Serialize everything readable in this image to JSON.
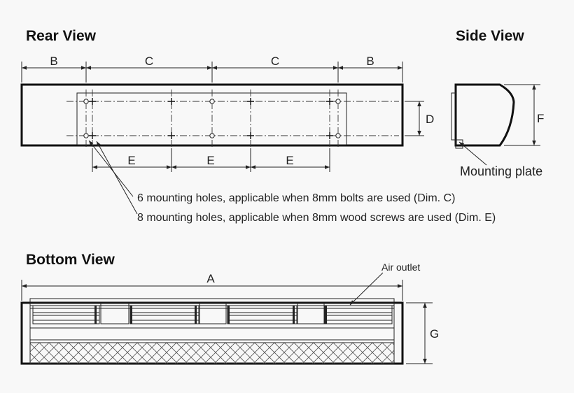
{
  "views": {
    "rear": "Rear View",
    "side": "Side View",
    "bottom": "Bottom View"
  },
  "dims": {
    "A": "A",
    "B": "B",
    "C": "C",
    "D": "D",
    "E": "E",
    "F": "F",
    "G": "G"
  },
  "labels": {
    "mounting_plate": "Mounting plate",
    "air_outlet": "Air outlet",
    "note_holes_6": "6 mounting holes, applicable when 8mm bolts are used (Dim. C)",
    "note_holes_8": "8 mounting holes, applicable when 8mm wood screws are used (Dim. E)"
  }
}
